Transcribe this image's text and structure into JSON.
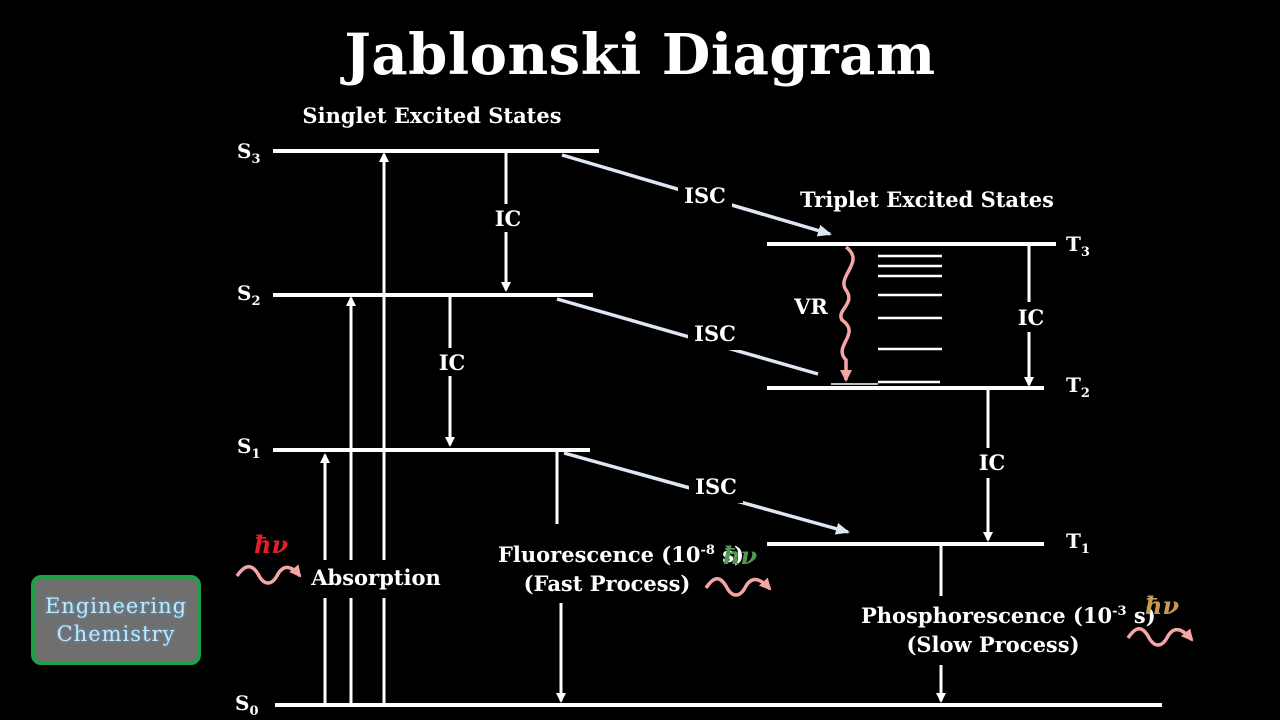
{
  "title": "Jablonski Diagram",
  "headings": {
    "singlet": "Singlet Excited States",
    "triplet": "Triplet Excited States"
  },
  "levels": {
    "S0": {
      "main": "S",
      "sub": "0"
    },
    "S1": {
      "main": "S",
      "sub": "1"
    },
    "S2": {
      "main": "S",
      "sub": "2"
    },
    "S3": {
      "main": "S",
      "sub": "3"
    },
    "T1": {
      "main": "T",
      "sub": "1"
    },
    "T2": {
      "main": "T",
      "sub": "2"
    },
    "T3": {
      "main": "T",
      "sub": "3"
    }
  },
  "process_labels": {
    "ic": "IC",
    "isc": "ISC",
    "vr": "VR",
    "absorption": "Absorption"
  },
  "fluorescence": {
    "line1_prefix": "Fluorescence (10",
    "exp": "-8",
    "line1_suffix": " s)",
    "line2": "(Fast Process)"
  },
  "phosphorescence": {
    "line1_prefix": "Phosphorescence (10",
    "exp": "-3",
    "line1_suffix": " s)",
    "line2": "(Slow Process)"
  },
  "photon_symbol": "ħν",
  "photon_colors": {
    "absorption": "#e0202a",
    "fluorescence": "#4f9a4f",
    "phosphorescence": "#c89a50"
  },
  "wave_color": "#f4a6a6",
  "badge": {
    "line1": "Engineering",
    "line2": "Chemistry",
    "border_color": "#1fa046"
  }
}
